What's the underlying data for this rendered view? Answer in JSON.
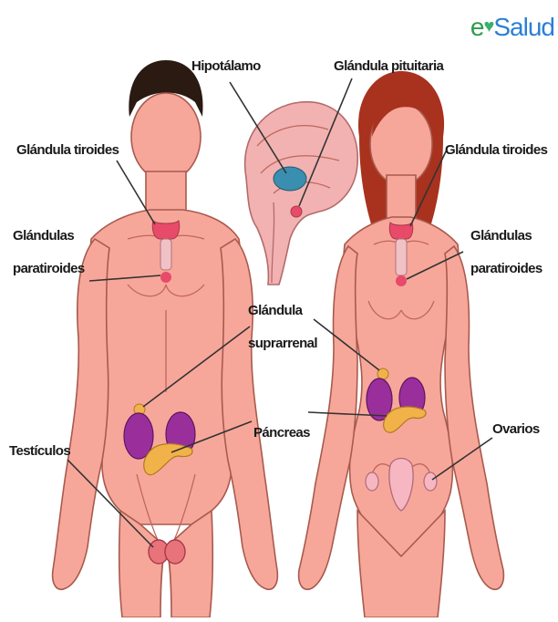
{
  "logo": {
    "prefix": "e",
    "suffix": "Salud"
  },
  "labels": {
    "hipotalamo": "Hipotálamo",
    "pituitaria": "Glándula pituitaria",
    "tiroides_left": "Glándula tiroides",
    "tiroides_right": "Glándula tiroides",
    "paratiroides_left_1": "Glándulas",
    "paratiroides_left_2": "paratiroides",
    "paratiroides_right_1": "Glándulas",
    "paratiroides_right_2": "paratiroides",
    "suprarrenal_1": "Glándula",
    "suprarrenal_2": "suprarrenal",
    "pancreas": "Páncreas",
    "testiculos": "Testículos",
    "ovarios": "Ovarios"
  },
  "colors": {
    "skin": "#f7a79a",
    "skin_outline": "#a85a4e",
    "male_hair": "#2a1a12",
    "female_hair": "#a8321e",
    "kidney": "#9a2f9c",
    "pancreas": "#f2b24a",
    "thyroid": "#e84a6a",
    "brain": "#f2b2b2",
    "hypothalamus": "#3a8fb0"
  }
}
